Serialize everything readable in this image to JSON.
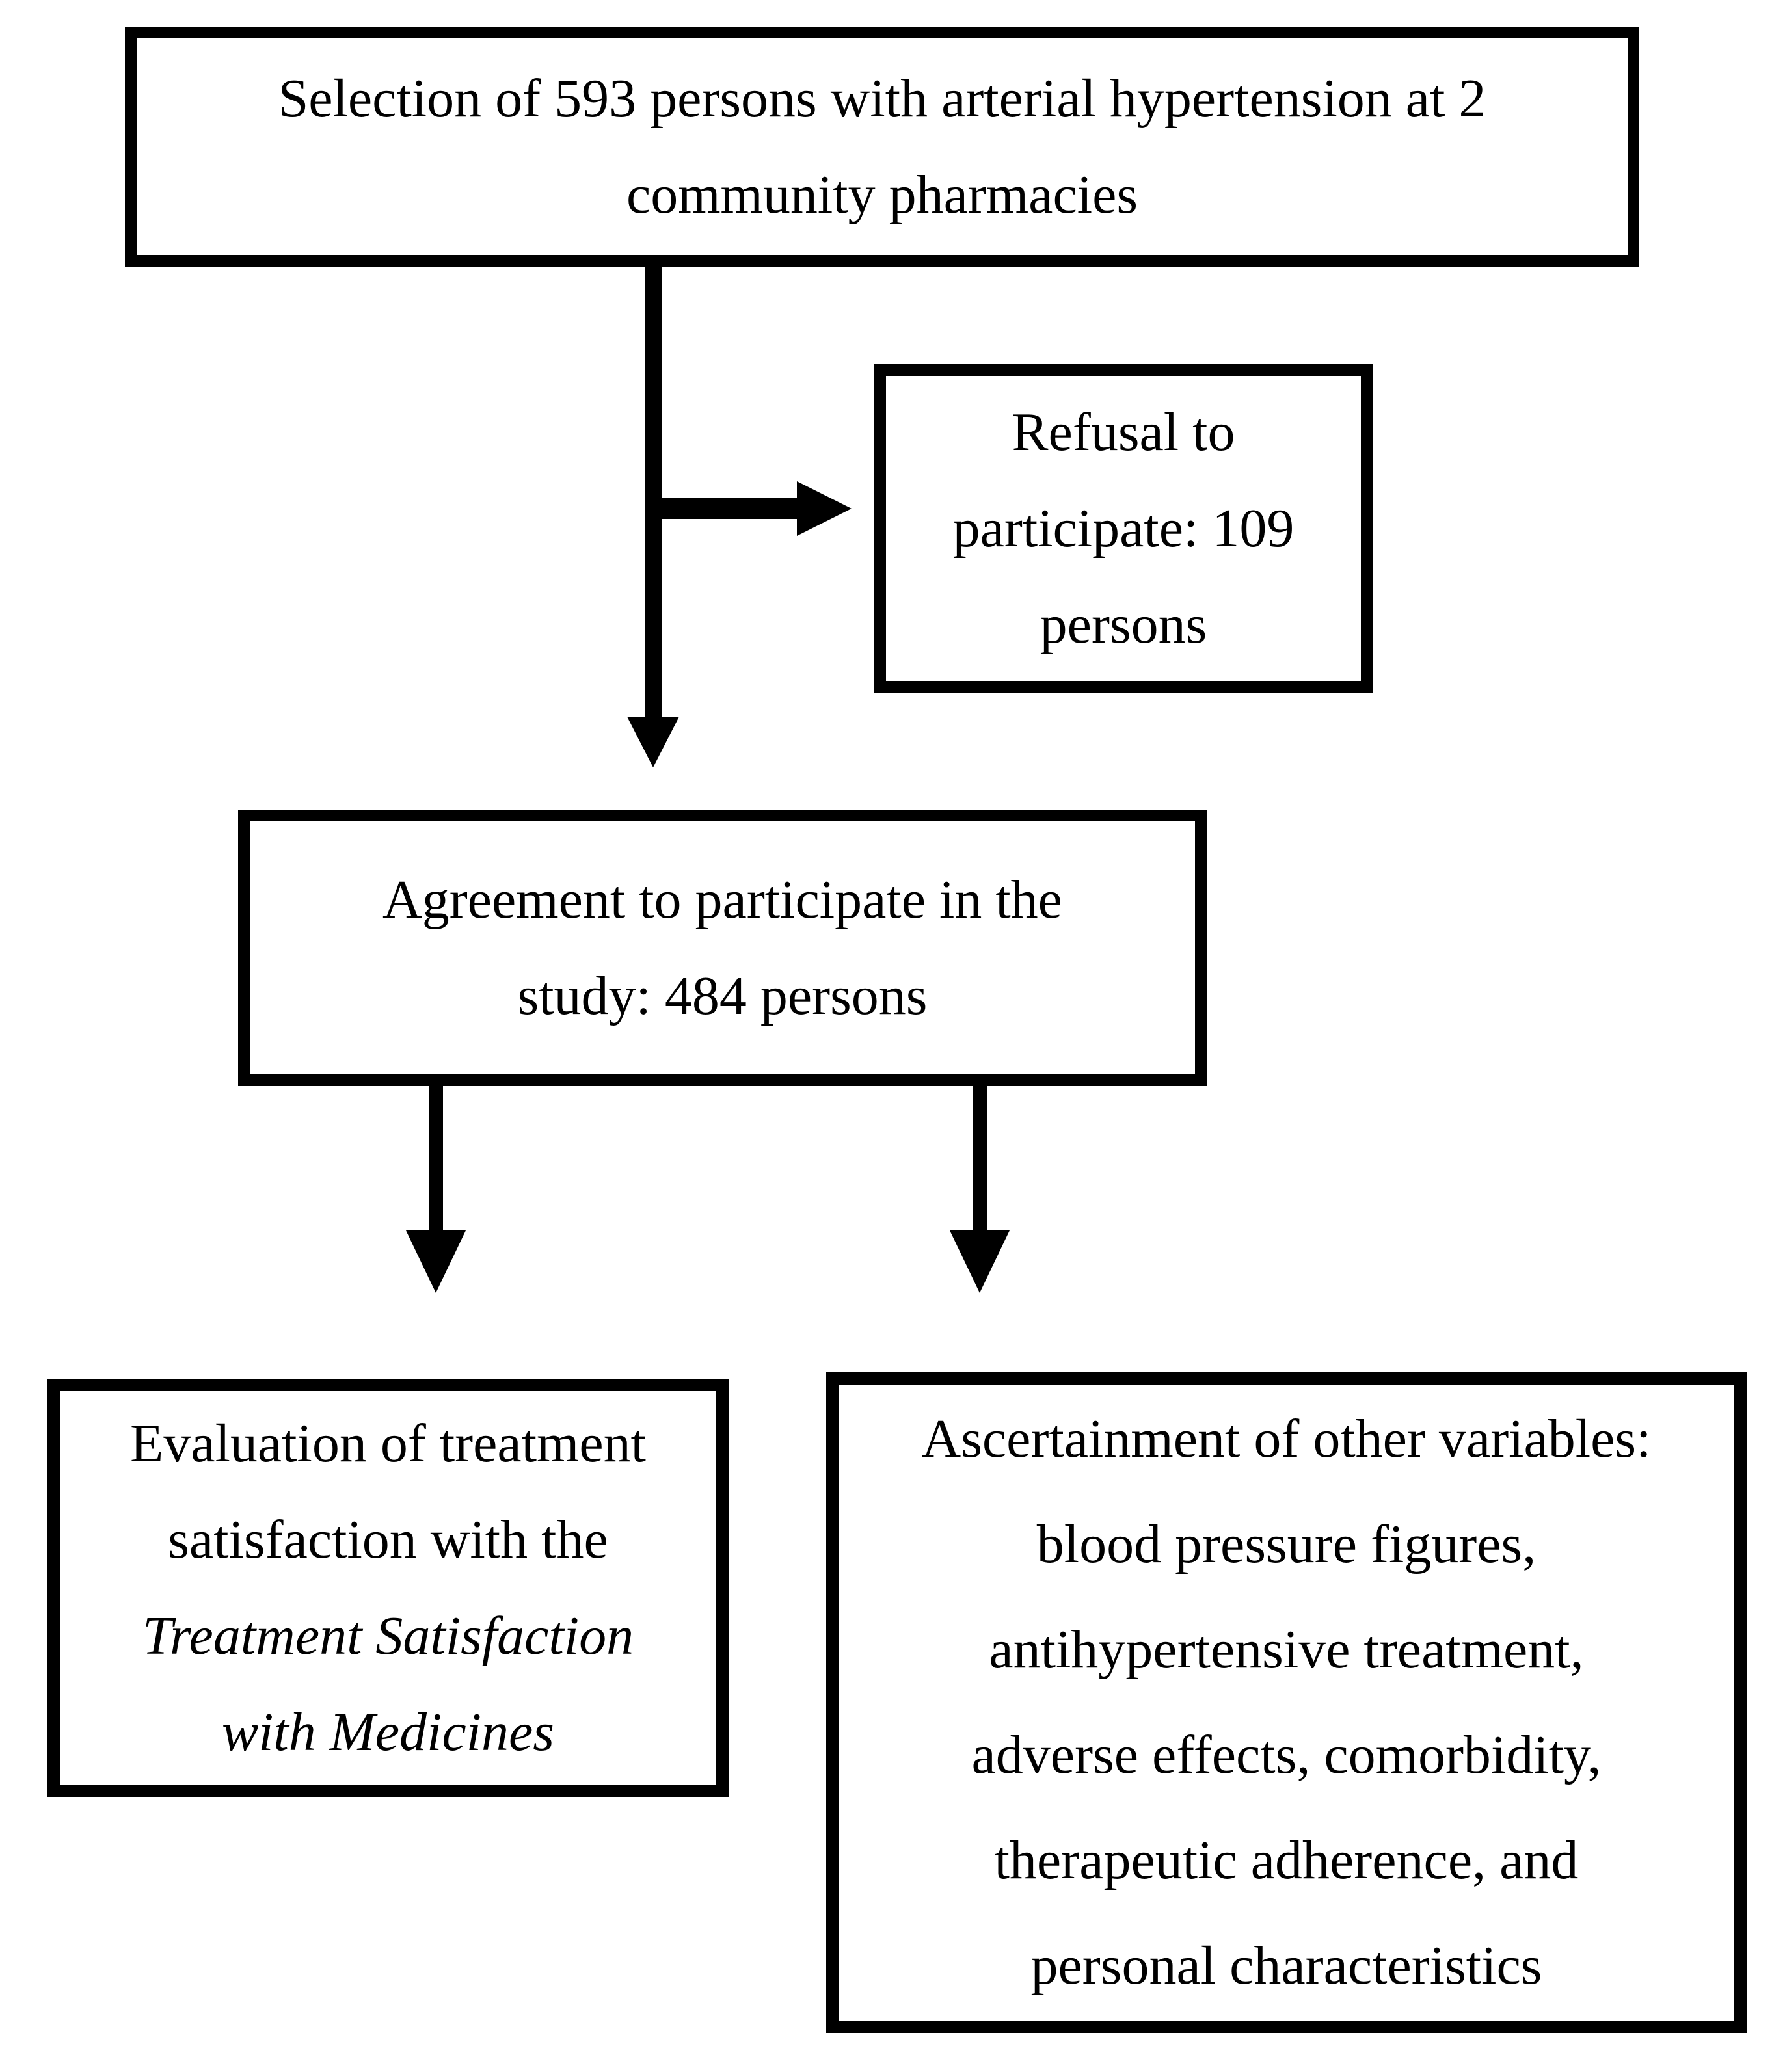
{
  "figure": {
    "type": "flowchart",
    "colors": {
      "ink": "#000000",
      "background": "#ffffff"
    },
    "boxes": {
      "selection": {
        "lines": [
          "Selection of 593 persons with arterial hypertension at 2",
          "community pharmacies"
        ]
      },
      "refusal": {
        "lines": [
          "Refusal to",
          "participate: 109",
          "persons"
        ]
      },
      "agreement": {
        "lines": [
          "Agreement to participate in the",
          "study: 484 persons"
        ]
      },
      "evaluation": {
        "lines": [
          "Evaluation of treatment",
          "satisfaction with the",
          "Treatment Satisfaction",
          "with Medicines"
        ],
        "italic_lines": [
          2,
          3
        ]
      },
      "ascertainment": {
        "lines": [
          "Ascertainment of other variables:",
          "blood pressure figures,",
          "antihypertensive treatment,",
          "adverse effects, comorbidity,",
          "therapeutic adherence, and",
          "personal characteristics"
        ]
      }
    },
    "connectors": [
      {
        "name": "main-down-arrow",
        "from": "selection",
        "to": "agreement",
        "direction": "down"
      },
      {
        "name": "refusal-branch-arrow",
        "from": "main-down-arrow",
        "to": "refusal",
        "direction": "right"
      },
      {
        "name": "left-down-arrow",
        "from": "agreement",
        "to": "evaluation",
        "direction": "down"
      },
      {
        "name": "right-down-arrow",
        "from": "agreement",
        "to": "ascertainment",
        "direction": "down"
      }
    ]
  }
}
